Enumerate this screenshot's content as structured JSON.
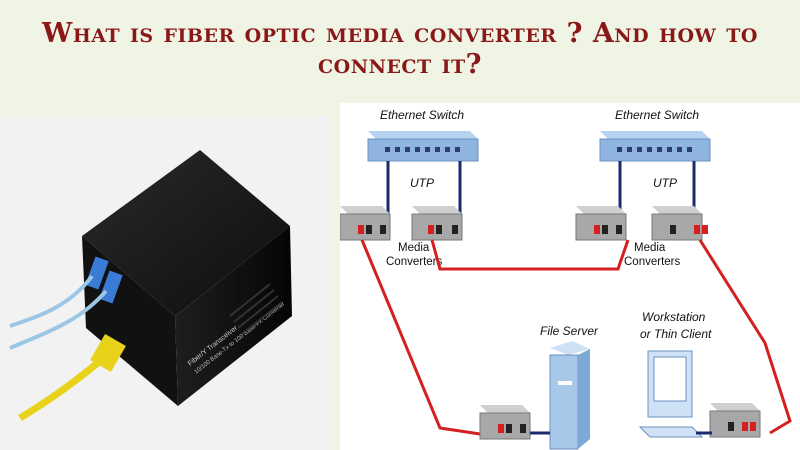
{
  "title": "What is fiber optic media converter ? And how to connect it?",
  "photo": {
    "device_label_1": "Fiber/Y Transceiver",
    "device_label_2": "10/100 Base-Tx to 100 Base-Fx Converter"
  },
  "diagram": {
    "switch_left_label": "Ethernet Switch",
    "switch_right_label": "Ethernet Switch",
    "utp_left": "UTP",
    "utp_right": "UTP",
    "media_left": "Media",
    "converters_left": "Converters",
    "media_right": "Media",
    "converters_right": "Converters",
    "file_server": "File Server",
    "workstation_line1": "Workstation",
    "workstation_line2": "or Thin Client"
  },
  "colors": {
    "title": "#8a1818",
    "background": "#f0f4e4",
    "fiber": "#d42020",
    "utp": "#1a2a6e",
    "switch": "#8fb4e0"
  }
}
